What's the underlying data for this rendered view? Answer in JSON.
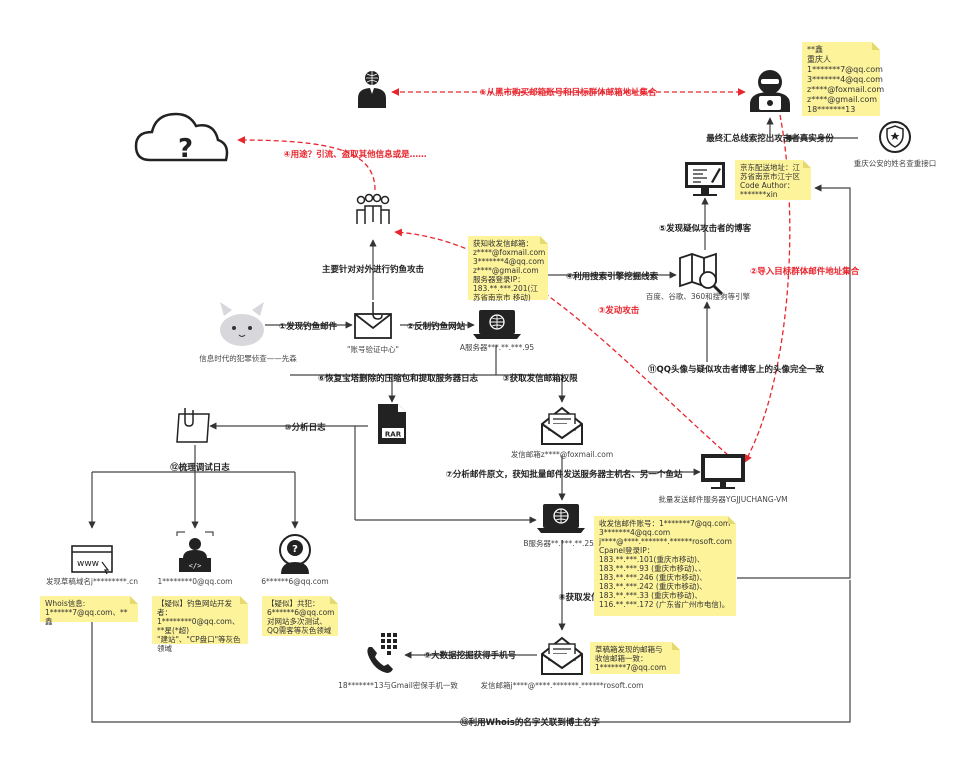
{
  "steps": {
    "s1": "①发现钓鱼邮件",
    "s2": "②反制钓鱼网站",
    "s3": "③获取发信邮箱权限",
    "s4": "④利用搜索引擎挖掘线索",
    "s5": "⑤发现疑似攻击者的博客",
    "s6": "⑥恢复宝塔删除的压缩包和提取服务器日志",
    "s7": "⑦分析邮件原文，获知批量邮件发送服务器主机名、另一个鱼站",
    "s8": "⑧获取发信邮箱权限",
    "s9": "⑨大数据挖掘获得手机号",
    "s10": "⑩分析日志",
    "s11": "⑪QQ头像与疑似攻击者博客上的头像完全一致",
    "s12": "⑫梳理调试日志",
    "s13": "⑬利用Whois的名字关联到博主名字"
  },
  "red_labels": {
    "r1": "①从黑市购买邮箱账号和目标群体邮箱地址集合",
    "r2": "②导入目标群体邮件地址集合",
    "r3": "③发动攻击",
    "r4": "④用途？引流、盗取其他信息或是……"
  },
  "labels": {
    "final_identity": "最终汇总线索挖出攻击者真实身份",
    "police": "重庆公安的姓名查重接口",
    "targeted_phish": "主要针对对外进行钓鱼攻击",
    "author": "信息时代的犯罪侦查——先森",
    "mail_center": "\"账号验证中心\"",
    "server_a": "A服务器***.**.***.95",
    "search_engines": "百度、谷歌、360和搜狗等引擎",
    "sender_mailbox1": "发信邮箱z****@foxmail.com",
    "bulk_server": "批量发送邮件服务器YGJJUCHANG-VM",
    "server_b": "B服务器**.***.**.253",
    "sender_mailbox2": "发信邮箱j****@****.*******.******rosoft.com",
    "phone_found": "18*******13与Gmail密保手机一致",
    "domain_found": "发现草稿域名j*********.cn",
    "qq1": "1********0@qq.com",
    "qq2": "6******6@qq.com",
    "www": "www"
  },
  "notes": {
    "attacker": "**鑫\n重庆人\n1*******7@qq.com\n3*******4@qq.com\nz****@foxmail.com\nz****@gmail.com\n18*******13",
    "blog": "京东配送地址：江苏省南京市江宁区\nCode Author：\n*******xin",
    "server_a": "获知收发信邮箱：\nz****@foxmail.com\n3*******4@qq.com\nz****@gmail.com\n服务器登录IP：\n183.**.***.201(江苏省南京市 移动)",
    "server_b": "收发信邮件账号：1*******7@qq.com\n3*******4@qq.com\nj****@****.*******.******rosoft.com\nCpanel登录IP：\n183.**.***.101(重庆市移动)、\n183.**.***.93 (重庆市移动)、、\n183.**.***.246 (重庆市移动)、\n183.**.***.242 (重庆市移动)、\n183.**.***.33 (重庆市移动)、\n116.**.***.172 (广东省广州市电信)。",
    "drafts": "草稿箱发现的邮箱与\n收信邮箱一致：\n1*******7@qq.com",
    "whois": "Whois信息:\n1******7@qq.com、**鑫",
    "suspect1": "【疑似】钓鱼网站开发者：\n1********0@qq.com、**星(*超)\n\"建站\"、\"CP盘口\"等灰色领域",
    "suspect2": "【疑似】共犯：\n6******6@qq.com\n对网站多次测试、\nQQ需客等灰色领域"
  },
  "colors": {
    "red": "#e8262e",
    "note": "#fdf39a",
    "line": "#444444"
  }
}
